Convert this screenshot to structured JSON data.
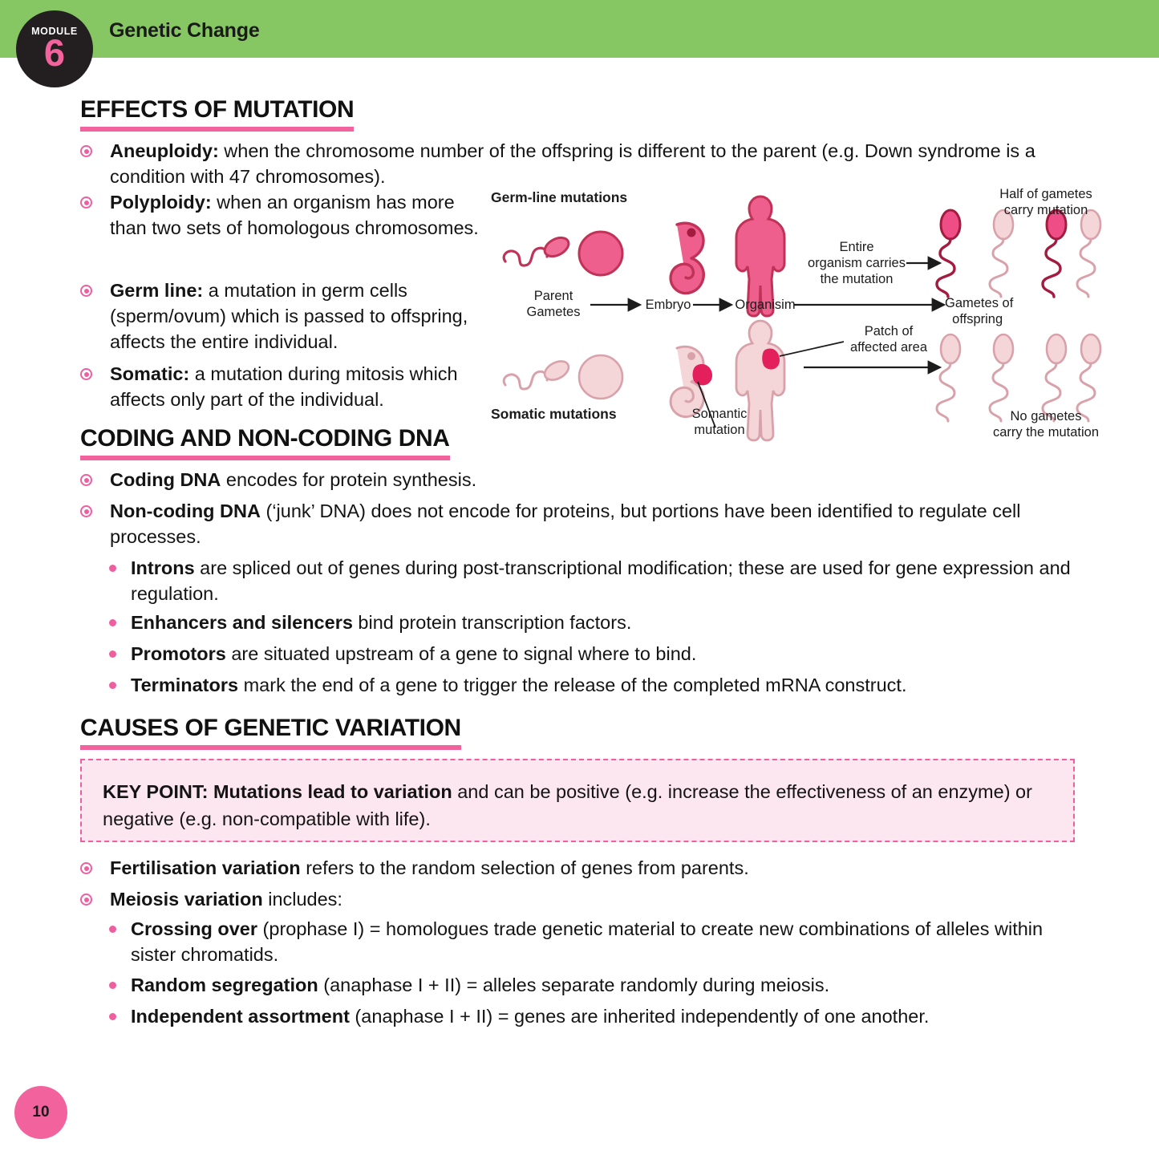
{
  "header": {
    "module_word": "MODULE",
    "module_number": "6",
    "title": "Genetic Change",
    "bar_color": "#86c663",
    "badge_color": "#231f20",
    "accent_color": "#f2629c"
  },
  "page_number": "10",
  "sections": [
    {
      "heading": "EFFECTS OF MUTATION",
      "bullets": [
        {
          "level": 1,
          "bold": "Aneuploidy:",
          "rest": " when the chromosome number of the offspring is different to the parent (e.g. Down syndrome is a condition with 47 chromosomes)."
        },
        {
          "level": 1,
          "bold": "Polyploidy:",
          "rest": " when an organism has more than two sets of homologous chromosomes."
        },
        {
          "level": 1,
          "bold": "Germ line:",
          "rest": " a mutation in germ cells (sperm/ovum) which is passed to offspring, affects the entire individual."
        },
        {
          "level": 1,
          "bold": "Somatic:",
          "rest": " a mutation during mitosis which affects only part of the individual."
        }
      ]
    },
    {
      "heading": "CODING AND NON-CODING DNA",
      "bullets": [
        {
          "level": 1,
          "bold": "Coding DNA",
          "rest": " encodes for protein synthesis."
        },
        {
          "level": 1,
          "bold": "Non-coding DNA",
          "rest": " (‘junk’ DNA) does not encode for proteins, but portions have been identified to regulate cell processes."
        },
        {
          "level": 2,
          "bold": "Introns",
          "rest": " are spliced out of genes during post-transcriptional modification; these are used for gene expression and regulation."
        },
        {
          "level": 2,
          "bold": "Enhancers and silencers",
          "rest": " bind protein transcription factors."
        },
        {
          "level": 2,
          "bold": "Promotors",
          "rest": " are situated upstream of a gene to signal where to bind."
        },
        {
          "level": 2,
          "bold": "Terminators",
          "rest": " mark the end of a gene to trigger the release of the completed mRNA construct."
        }
      ]
    },
    {
      "heading": "CAUSES OF GENETIC VARIATION",
      "bullets": [
        {
          "level": 1,
          "bold": "Fertilisation variation",
          "rest": " refers to the random selection of genes from parents."
        },
        {
          "level": 1,
          "bold": "Meiosis variation",
          "rest": " includes:"
        },
        {
          "level": 2,
          "bold": "Crossing over",
          "rest": " (prophase I) = homologues trade genetic material to create new combinations of alleles within sister chromatids."
        },
        {
          "level": 2,
          "bold": "Random segregation",
          "rest": " (anaphase I + II) = alleles separate randomly during meiosis."
        },
        {
          "level": 2,
          "bold": "Independent assortment",
          "rest": " (anaphase I + II) = genes are inherited independently of one another."
        }
      ]
    }
  ],
  "key_point": {
    "bold": "KEY POINT: Mutations lead to variation",
    "rest": " and can be positive (e.g. increase the effectiveness of an enzyme) or negative (e.g. non-compatible with life).",
    "background": "#fce6ef",
    "border_color": "#ef5fa0"
  },
  "diagram": {
    "title_germline": "Germ-line mutations",
    "title_somatic": "Somatic mutations",
    "label_parent_gametes": "Parent\nGametes",
    "label_embryo": "Embryo",
    "label_organism": "Organisim",
    "label_entire_organism": "Entire\norganism carries\nthe mutation",
    "label_gametes_offspring": "Gametes of\noffspring",
    "label_half_gametes": "Half of gametes\ncarry mutation",
    "label_no_gametes": "No gametes\ncarry the mutation",
    "label_somantic_mutation": "Somantic\nmutation",
    "label_patch": "Patch of\naffected area",
    "color_dark_pink": "#e8527f",
    "color_mid_pink": "#ef6d96",
    "color_light_pink": "#f2cfd2",
    "color_outline_light": "#d9a2ab",
    "color_deep_red": "#a31b3f"
  }
}
